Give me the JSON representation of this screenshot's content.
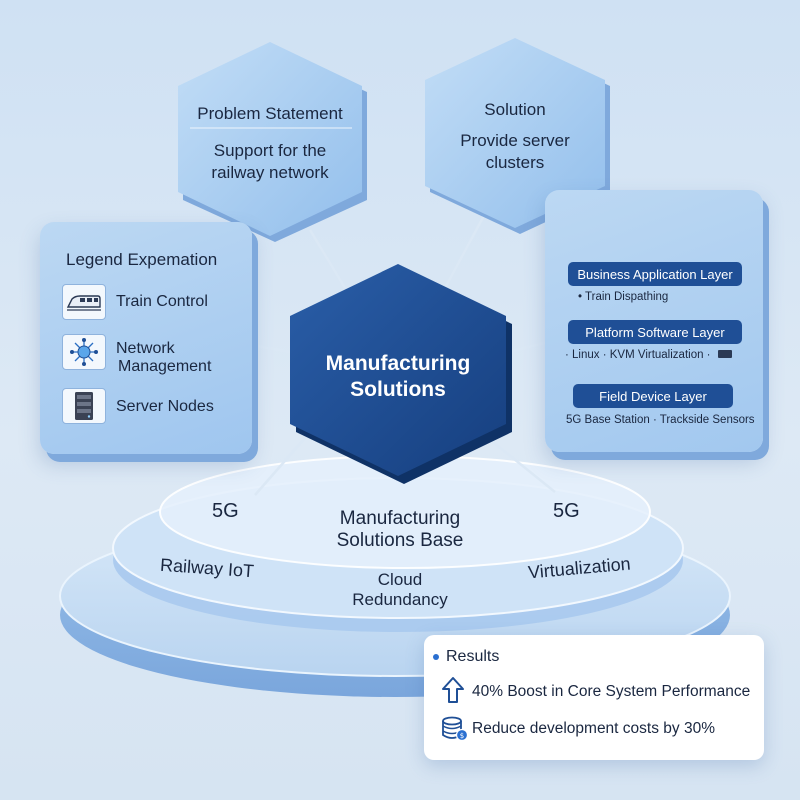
{
  "hexagons": {
    "problem": {
      "title": "Problem Statement",
      "line1": "Support for the",
      "line2": "railway network"
    },
    "solution": {
      "title": "Solution",
      "line1": "Provide server",
      "line2": "clusters"
    },
    "center": {
      "line1": "Manufacturing",
      "line2": "Solutions"
    }
  },
  "legend": {
    "title": "Legend Expemation",
    "items": [
      {
        "icon": "train-icon",
        "label_line1": "Train Control",
        "label_line2": ""
      },
      {
        "icon": "network-icon",
        "label_line1": "Network",
        "label_line2": "Management"
      },
      {
        "icon": "server-icon",
        "label_line1": "Server Nodes",
        "label_line2": ""
      }
    ]
  },
  "layers": {
    "business": {
      "title": "Business Application Layer",
      "items": "•  Train Dispathing"
    },
    "platform": {
      "title": "Platform Software Layer",
      "items": "·  Linux  ·  KVM Virtualization  ·"
    },
    "field": {
      "title": "Field Device Layer",
      "items": "5G Base Station  ·  Trackside Sensors"
    }
  },
  "base": {
    "title_line1": "Manufacturing",
    "title_line2": "Solutions Base",
    "left_5g": "5G",
    "right_5g": "5G",
    "railway": "Railway IoT",
    "cloud_line1": "Cloud",
    "cloud_line2": "Redundancy",
    "virtualization": "Virtualization"
  },
  "results": {
    "title": "Results",
    "items": [
      {
        "icon": "arrow-up-icon",
        "text": "40% Boost in Core System Performance"
      },
      {
        "icon": "database-coin-icon",
        "text": "Reduce development costs by 30%"
      }
    ]
  },
  "colors": {
    "background": "#d6e4f2",
    "hex_light": "#a9cdf1",
    "hex_dark": "#1c4a8e",
    "pill": "#1f4f96",
    "accent": "#2a6fd0"
  }
}
